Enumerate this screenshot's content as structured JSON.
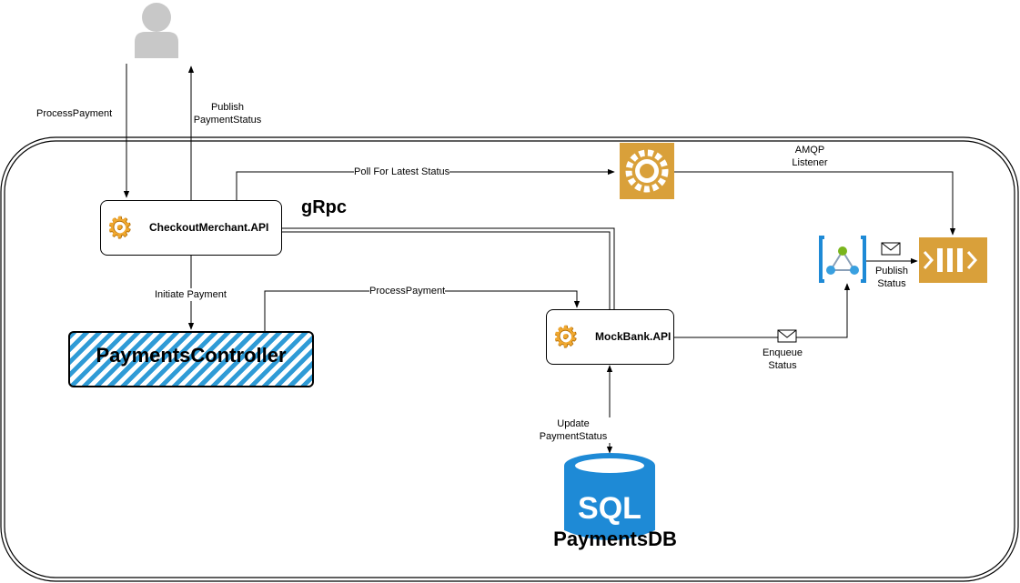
{
  "nodes": {
    "checkout_merchant": {
      "label": "CheckoutMerchant.API",
      "icon": "gear-icon"
    },
    "mock_bank": {
      "label": "MockBank.API",
      "icon": "gear-icon"
    },
    "payments_controller": {
      "label": "PaymentsController"
    },
    "payments_db": {
      "label": "PaymentsDB",
      "icon": "sql-database-icon",
      "icon_text": "SQL"
    },
    "user": {
      "icon": "user-icon"
    },
    "amqp_listener": {
      "icon": "service-gear-icon"
    },
    "event_hub": {
      "icon": "event-grid-icon"
    },
    "queue": {
      "icon": "message-queue-icon"
    }
  },
  "edges": {
    "process_payment_user": "ProcessPayment",
    "publish_payment_status": "Publish\nPaymentStatus",
    "poll_status": "Poll For Latest Status",
    "amqp_listener": "AMQP\nListener",
    "grpc": "gRpc",
    "initiate_payment": "Initiate Payment",
    "process_payment_bank": "ProcessPayment",
    "enqueue_status": "Enqueue\nStatus",
    "publish_status": "Publish\nStatus",
    "update_payment_status": "Update\nPaymentStatus"
  },
  "colors": {
    "accent_gold": "#d9a03a",
    "accent_blue": "#1e8ad6",
    "user_gray": "#c8c8c8",
    "stroke": "#000000"
  }
}
